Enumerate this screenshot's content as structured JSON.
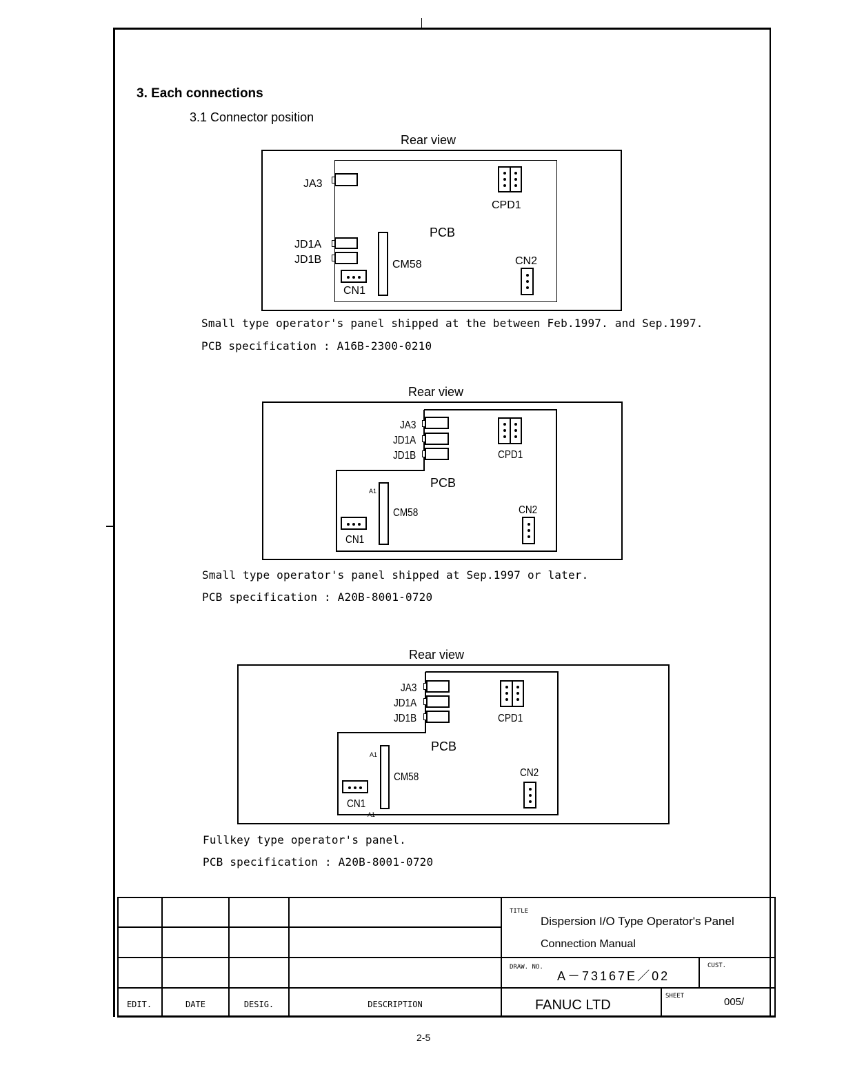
{
  "section": {
    "heading": "3. Each connections",
    "subheading": "3.1 Connector position"
  },
  "figures": [
    {
      "view_label": "Rear view",
      "board_label": "PCB",
      "connectors": {
        "ja3": "JA3",
        "jd1a": "JD1A",
        "jd1b": "JD1B",
        "cpd1": "CPD1",
        "cm58": "CM58",
        "cn1": "CN1",
        "cn2": "CN2"
      },
      "caption": "Small type operator's panel shipped at the between Feb.1997. and Sep.1997.",
      "spec": "PCB specification : A16B-2300-0210"
    },
    {
      "view_label": "Rear view",
      "board_label": "PCB",
      "connectors": {
        "ja3": "JA3",
        "jd1a": "JD1A",
        "jd1b": "JD1B",
        "cpd1": "CPD1",
        "cm58": "CM58",
        "cn1": "CN1",
        "cn2": "CN2",
        "a1": "A1"
      },
      "caption": "Small type operator's panel shipped at Sep.1997 or later.",
      "spec": "PCB specification : A20B-8001-0720"
    },
    {
      "view_label": "Rear view",
      "board_label": "PCB",
      "connectors": {
        "ja3": "JA3",
        "jd1a": "JD1A",
        "jd1b": "JD1B",
        "cpd1": "CPD1",
        "cm58": "CM58",
        "cn1": "CN1",
        "cn2": "CN2",
        "a1": "A1",
        "a1_bottom": "A1"
      },
      "caption": "Fullkey type operator's panel.",
      "spec": "PCB specification : A20B-8001-0720"
    }
  ],
  "title_block": {
    "headers": {
      "edit": "EDIT.",
      "date": "DATE",
      "desig": "DESIG.",
      "description": "DESCRIPTION"
    },
    "title_label": "TITLE",
    "title_line1": "Dispersion I/O Type Operator's Panel",
    "title_line2": "Connection Manual",
    "draw_no_label": "DRAW. NO.",
    "draw_no": "A－73167E／02",
    "cust_label": "CUST.",
    "company": "FANUC LTD",
    "sheet_label": "SHEET",
    "sheet": "005/"
  },
  "page_number": "2-5"
}
